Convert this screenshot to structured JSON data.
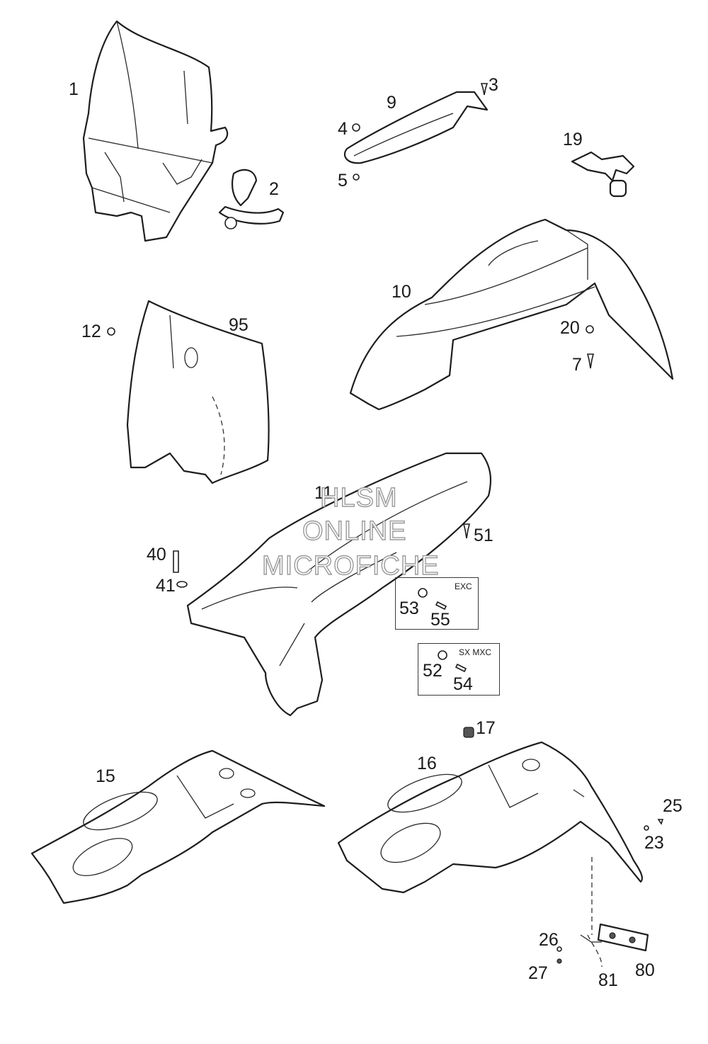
{
  "callouts": {
    "c1": "1",
    "c2": "2",
    "c3": "3",
    "c4": "4",
    "c5": "5",
    "c7": "7",
    "c9": "9",
    "c10": "10",
    "c11": "11",
    "c12": "12",
    "c15": "15",
    "c16": "16",
    "c17": "17",
    "c19": "19",
    "c20": "20",
    "c23": "23",
    "c25": "25",
    "c26": "26",
    "c27": "27",
    "c40": "40",
    "c41": "41",
    "c51": "51",
    "c52": "52",
    "c53": "53",
    "c54": "54",
    "c55": "55",
    "c80": "80",
    "c81": "81",
    "c95": "95"
  },
  "insets": {
    "exc_label": "EXC",
    "sx_mxc_label": "SX MXC"
  },
  "watermark": {
    "line1": "HLSM",
    "line2": "ONLINE",
    "line3": "MICROFICHE"
  },
  "colors": {
    "line": "#1e1e1e",
    "watermark_outline": "#9a9a9a",
    "background": "#ffffff"
  }
}
